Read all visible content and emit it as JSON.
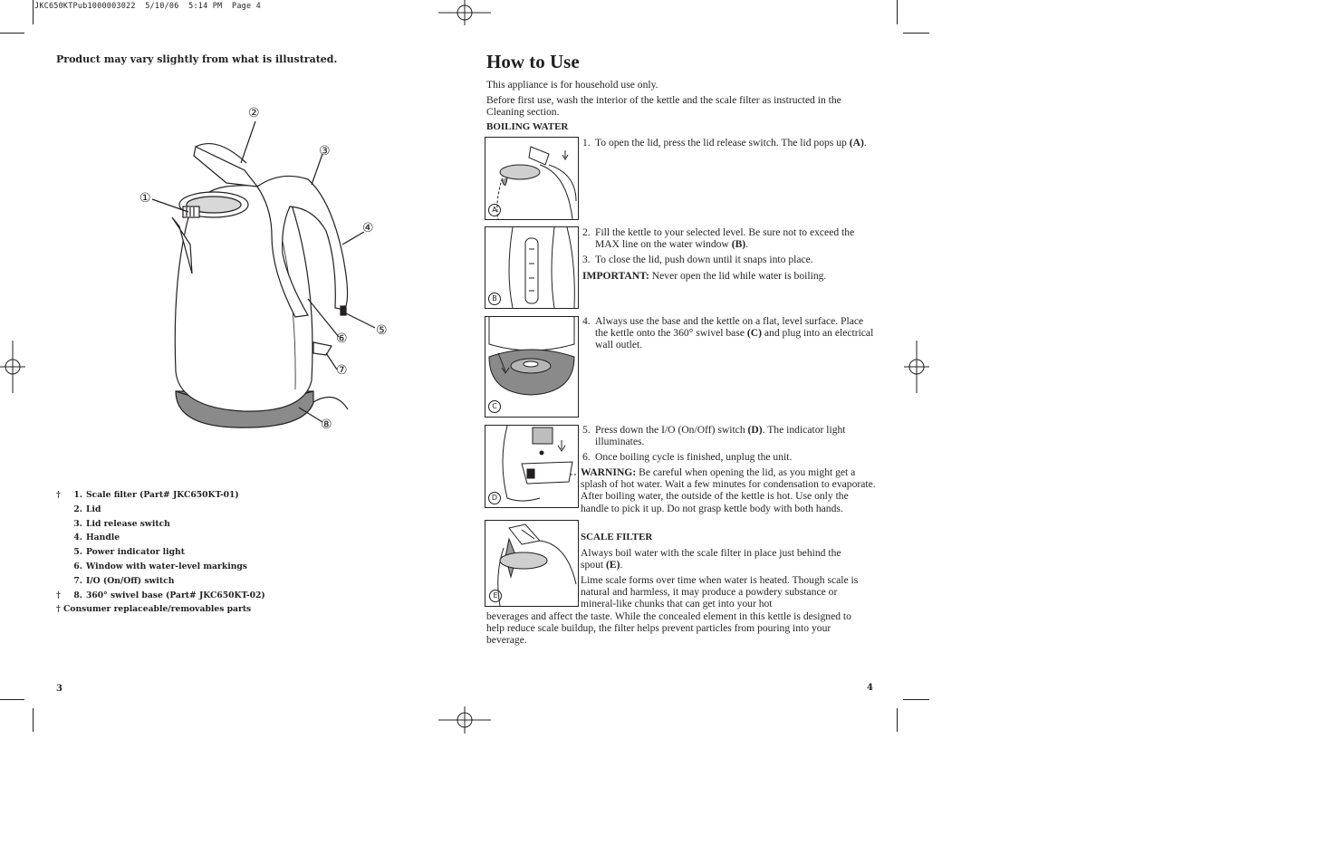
{
  "slug": "JKC650KTPub1000003022  5/10/06  5:14 PM  Page 4",
  "left_page": {
    "note": "Product may vary slightly from what is illustrated.",
    "callouts": [
      "①",
      "②",
      "③",
      "④",
      "⑤",
      "⑥",
      "⑦",
      "⑧"
    ],
    "parts": [
      {
        "dagger": "†",
        "num": "1.",
        "label": "Scale filter (Part# JKC650KT-01)"
      },
      {
        "dagger": "",
        "num": "2.",
        "label": "Lid"
      },
      {
        "dagger": "",
        "num": "3.",
        "label": "Lid release switch"
      },
      {
        "dagger": "",
        "num": "4.",
        "label": "Handle"
      },
      {
        "dagger": "",
        "num": "5.",
        "label": "Power indicator light"
      },
      {
        "dagger": "",
        "num": "6.",
        "label": "Window with water-level markings"
      },
      {
        "dagger": "",
        "num": "7.",
        "label": "I/O (On/Off) switch"
      },
      {
        "dagger": "†",
        "num": "8.",
        "label": "360° swivel base (Part# JKC650KT-02)"
      }
    ],
    "footnote": "† Consumer replaceable/removables parts",
    "page_number": "3"
  },
  "right_page": {
    "title": "How to Use",
    "intro1": "This appliance is for household use only.",
    "intro2": "Before first use, wash the interior of the kettle and the scale filter as instructed in the Cleaning section.",
    "boiling_heading": "BOILING WATER",
    "fig_letters": [
      "A",
      "B",
      "C",
      "D",
      "E"
    ],
    "step1_n": "1.",
    "step1_a": "To open the lid, press the lid release switch. The lid pops up ",
    "step1_b": "(A)",
    "step1_c": ".",
    "step2_n": "2.",
    "step2_a": "Fill the kettle to your selected level. Be sure not to exceed the MAX line on the water window ",
    "step2_b": "(B)",
    "step2_c": ".",
    "step3_n": "3.",
    "step3": "To close the lid, push down until it snaps into place.",
    "important_label": "IMPORTANT:",
    "important_text": " Never open the lid while water is boiling.",
    "step4_n": "4.",
    "step4_a": "Always use the base and the kettle on a flat, level surface. Place the kettle onto the 360° swivel base ",
    "step4_b": "(C)",
    "step4_c": " and plug into an electrical wall outlet.",
    "step5_n": "5.",
    "step5_a": "Press down the I/O (On/Off) switch ",
    "step5_b": "(D)",
    "step5_c": ". The indicator light illuminates.",
    "step6_n": "6.",
    "step6": "Once boiling cycle is finished, unplug the unit.",
    "warning_label": "WARNING:",
    "warning_text": " Be careful when opening the lid, as you might get a splash of hot water. Wait a few minutes for condensation to evaporate. After boiling water, the outside of the kettle is hot. Use only the handle to pick it up. Do not grasp kettle body with both hands.",
    "scale_heading": "SCALE FILTER",
    "scale1_a": "Always boil water with the scale filter in place just behind the spout ",
    "scale1_b": "(E)",
    "scale1_c": ".",
    "scale2_wrapped": "Lime scale forms over time when water is heated. Though scale is natural and harmless, it may produce a powdery substance or mineral-like chunks that can get into your hot",
    "scale2_full": "beverages and affect the taste. While the concealed element in this kettle is designed to help reduce scale buildup, the filter helps prevent particles from pouring into your beverage.",
    "page_number": "4"
  },
  "colors": {
    "ink": "#231f20",
    "base_gray": "#8a8a8a",
    "fig_gray": "#9a9a9a"
  }
}
